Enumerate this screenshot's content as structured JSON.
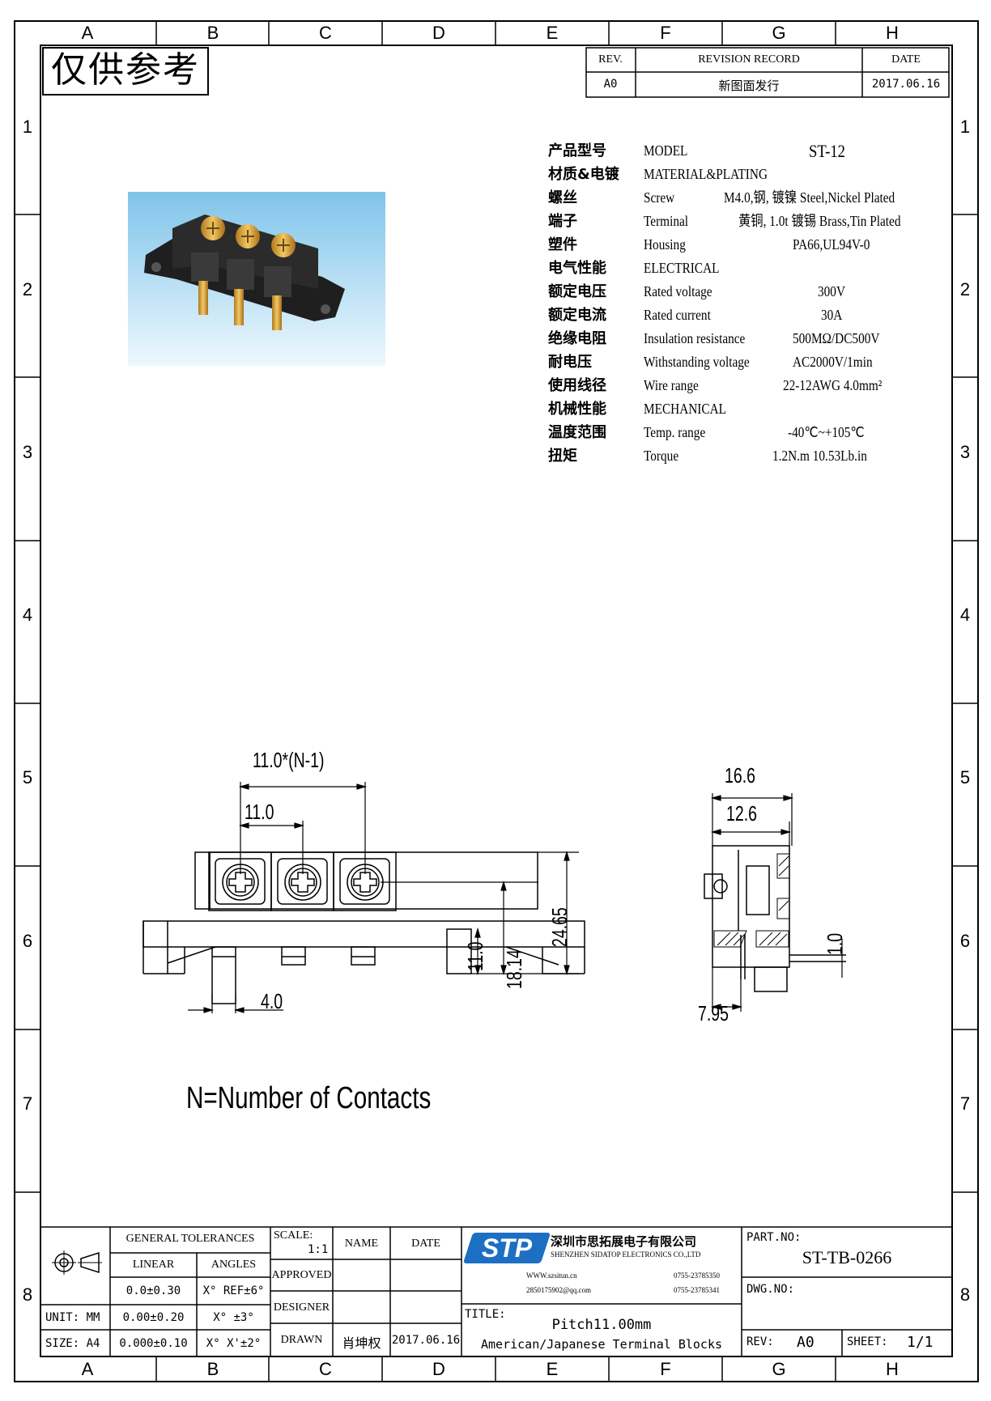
{
  "zones": {
    "columns": [
      "A",
      "B",
      "C",
      "D",
      "E",
      "F",
      "G",
      "H"
    ],
    "rows": [
      "1",
      "2",
      "3",
      "4",
      "5",
      "6",
      "7",
      "8"
    ]
  },
  "stamp": "仅供参考",
  "revision": {
    "headers": {
      "rev": "REV.",
      "record": "REVISION RECORD",
      "date": "DATE"
    },
    "row": {
      "rev": "A0",
      "record": "新图面发行",
      "date": "2017.06.16"
    }
  },
  "specs": [
    {
      "cn": "产品型号",
      "en": "MODEL",
      "val": "ST-12"
    },
    {
      "cn": "材质&电镀",
      "en": "MATERIAL&PLATING",
      "val": ""
    },
    {
      "cn": "螺丝",
      "en": "Screw",
      "val": "M4.0,钢, 镀镍 Steel,Nickel Plated"
    },
    {
      "cn": "端子",
      "en": "Terminal",
      "val": "黄铜, 1.0t 镀锡 Brass,Tin Plated"
    },
    {
      "cn": "塑件",
      "en": "Housing",
      "val": "PA66,UL94V-0"
    },
    {
      "cn": "电气性能",
      "en": "ELECTRICAL",
      "val": ""
    },
    {
      "cn": "额定电压",
      "en": "Rated voltage",
      "val": "300V"
    },
    {
      "cn": "额定电流",
      "en": "Rated current",
      "val": "30A"
    },
    {
      "cn": "绝缘电阻",
      "en": "Insulation resistance",
      "val": "500MΩ/DC500V"
    },
    {
      "cn": "耐电压",
      "en": "Withstanding voltage",
      "val": "AC2000V/1min"
    },
    {
      "cn": "使用线径",
      "en": "Wire range",
      "val": "22-12AWG 4.0mm²"
    },
    {
      "cn": "机械性能",
      "en": "MECHANICAL",
      "val": ""
    },
    {
      "cn": "温度范围",
      "en": "Temp. range",
      "val": "-40℃~+105℃"
    },
    {
      "cn": "扭矩",
      "en": "Torque",
      "val": "1.2N.m  10.53Lb.in"
    }
  ],
  "dims": {
    "pitch_n": "11.0*(N-1)",
    "pitch": "11.0",
    "pin_w": "4.0",
    "h_11": "11.0",
    "h_18": "18.14",
    "h_24": "24.65",
    "w_16": "16.6",
    "w_12": "12.6",
    "w_795": "7.95",
    "t_10": "1.0"
  },
  "note": "N=Number of Contacts",
  "titleblock": {
    "general_tolerances": "GENERAL TOLERANCES",
    "linear": "LINEAR",
    "angles": "ANGLES",
    "tol_rows": [
      {
        "lin": "0.0±0.30",
        "ang": "X° REF±6°"
      },
      {
        "lin": "0.00±0.20",
        "ang": "X° ±3°"
      },
      {
        "lin": "0.000±0.10",
        "ang": "X° X'±2°"
      }
    ],
    "unit": "UNIT: MM",
    "size": "SIZE: A4",
    "scale_label": "SCALE:",
    "scale_val": "1:1",
    "name": "NAME",
    "date": "DATE",
    "approved": "APPROVED",
    "designer": "DESIGNER",
    "drawn": "DRAWN",
    "drawn_name": "肖坤权",
    "drawn_date": "2017.06.16",
    "logo": "STP",
    "company_cn": "深圳市思拓展电子有限公司",
    "company_en": "SHENZHEN SIDATOP ELECTRONICS CO.,LTD",
    "contact_1": "WWW.szsitun.cn",
    "contact_2": "0755-23785350",
    "contact_3": "2850175902@qq.com",
    "contact_4": "0755-23785341",
    "title_label": "TITLE:",
    "title_1": "Pitch11.00mm",
    "title_2": "American/Japanese Terminal Blocks",
    "part_no_label": "PART.NO:",
    "part_no": "ST-TB-0266",
    "dwg_no_label": "DWG.NO:",
    "rev_label": "REV:",
    "rev_val": "A0",
    "sheet_label": "SHEET:",
    "sheet_val": "1/1"
  },
  "colors": {
    "photo_sky": "#9fd3ee",
    "photo_body": "#2a2a2a",
    "photo_gold": "#d9a544",
    "logo_blue": "#1d6fc4"
  }
}
